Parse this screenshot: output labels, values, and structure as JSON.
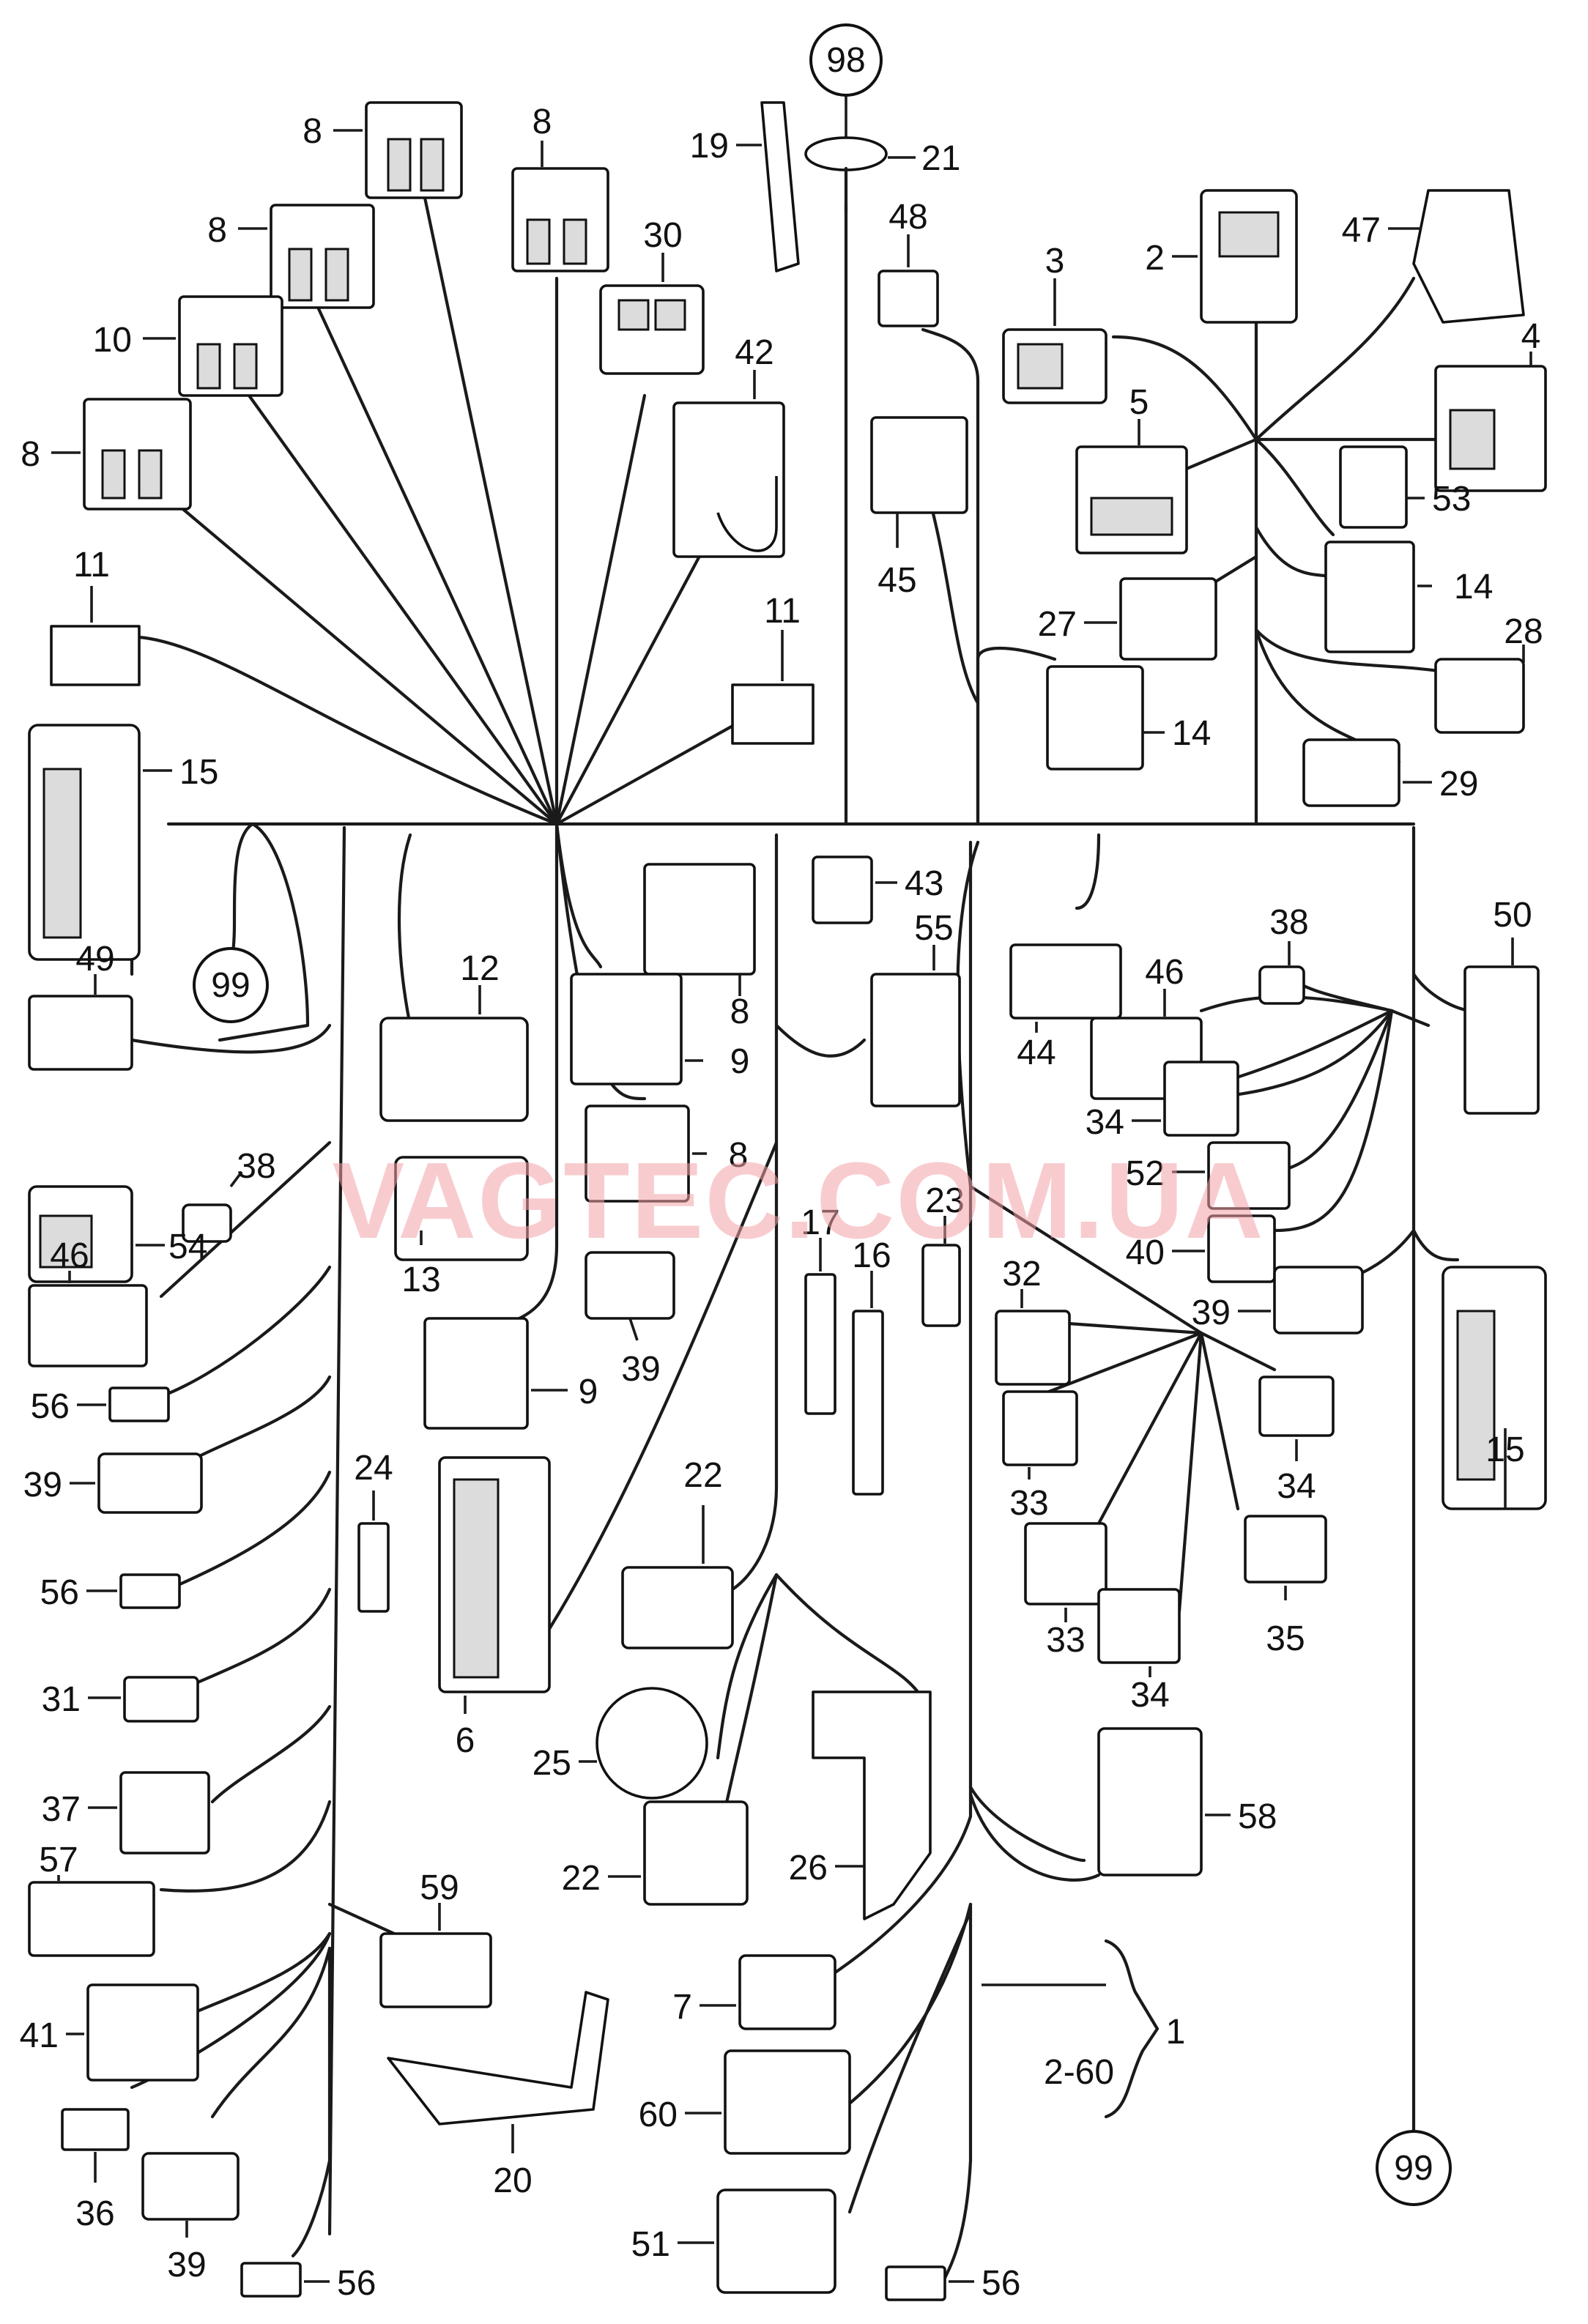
{
  "diagram": {
    "watermark": "VAGTEC.COM.UA",
    "range_label": "2-60",
    "group_label": "1",
    "ref_circles": [
      "98",
      "99",
      "99"
    ],
    "callouts": [
      {
        "n": "8"
      },
      {
        "n": "8"
      },
      {
        "n": "8"
      },
      {
        "n": "10"
      },
      {
        "n": "8"
      },
      {
        "n": "30"
      },
      {
        "n": "19"
      },
      {
        "n": "21"
      },
      {
        "n": "48"
      },
      {
        "n": "42"
      },
      {
        "n": "3"
      },
      {
        "n": "2"
      },
      {
        "n": "47"
      },
      {
        "n": "4"
      },
      {
        "n": "5"
      },
      {
        "n": "53"
      },
      {
        "n": "45"
      },
      {
        "n": "11"
      },
      {
        "n": "11"
      },
      {
        "n": "27"
      },
      {
        "n": "14"
      },
      {
        "n": "14"
      },
      {
        "n": "28"
      },
      {
        "n": "15"
      },
      {
        "n": "29"
      },
      {
        "n": "43"
      },
      {
        "n": "55"
      },
      {
        "n": "50"
      },
      {
        "n": "49"
      },
      {
        "n": "12"
      },
      {
        "n": "8"
      },
      {
        "n": "9"
      },
      {
        "n": "38"
      },
      {
        "n": "46"
      },
      {
        "n": "44"
      },
      {
        "n": "54"
      },
      {
        "n": "38"
      },
      {
        "n": "34"
      },
      {
        "n": "8"
      },
      {
        "n": "13"
      },
      {
        "n": "23"
      },
      {
        "n": "52"
      },
      {
        "n": "46"
      },
      {
        "n": "17"
      },
      {
        "n": "16"
      },
      {
        "n": "40"
      },
      {
        "n": "32"
      },
      {
        "n": "39"
      },
      {
        "n": "39"
      },
      {
        "n": "15"
      },
      {
        "n": "9"
      },
      {
        "n": "56"
      },
      {
        "n": "24"
      },
      {
        "n": "22"
      },
      {
        "n": "34"
      },
      {
        "n": "33"
      },
      {
        "n": "39"
      },
      {
        "n": "56"
      },
      {
        "n": "33"
      },
      {
        "n": "35"
      },
      {
        "n": "34"
      },
      {
        "n": "31"
      },
      {
        "n": "6"
      },
      {
        "n": "25"
      },
      {
        "n": "37"
      },
      {
        "n": "58"
      },
      {
        "n": "57"
      },
      {
        "n": "22"
      },
      {
        "n": "26"
      },
      {
        "n": "59"
      },
      {
        "n": "7"
      },
      {
        "n": "41"
      },
      {
        "n": "60"
      },
      {
        "n": "20"
      },
      {
        "n": "36"
      },
      {
        "n": "39"
      },
      {
        "n": "51"
      },
      {
        "n": "56"
      },
      {
        "n": "56"
      }
    ]
  }
}
